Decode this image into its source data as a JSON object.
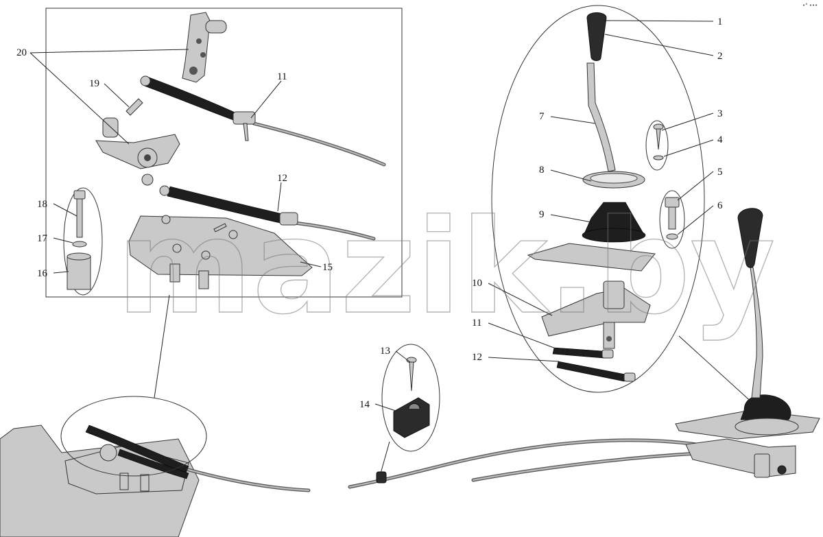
{
  "watermark": "mazik.by",
  "corner_mark": "•° •••",
  "labels": [
    {
      "id": "l1",
      "text": "1"
    },
    {
      "id": "l2",
      "text": "2"
    },
    {
      "id": "l3",
      "text": "3"
    },
    {
      "id": "l4",
      "text": "4"
    },
    {
      "id": "l5",
      "text": "5"
    },
    {
      "id": "l6",
      "text": "6"
    },
    {
      "id": "l7",
      "text": "7"
    },
    {
      "id": "l8",
      "text": "8"
    },
    {
      "id": "l9",
      "text": "9"
    },
    {
      "id": "l10",
      "text": "10"
    },
    {
      "id": "l11a",
      "text": "11"
    },
    {
      "id": "l12a",
      "text": "12"
    },
    {
      "id": "l11b",
      "text": "11"
    },
    {
      "id": "l12b",
      "text": "12"
    },
    {
      "id": "l13",
      "text": "13"
    },
    {
      "id": "l14",
      "text": "14"
    },
    {
      "id": "l15",
      "text": "15"
    },
    {
      "id": "l16",
      "text": "16"
    },
    {
      "id": "l17",
      "text": "17"
    },
    {
      "id": "l18",
      "text": "18"
    },
    {
      "id": "l19",
      "text": "19"
    },
    {
      "id": "l20",
      "text": "20"
    }
  ]
}
